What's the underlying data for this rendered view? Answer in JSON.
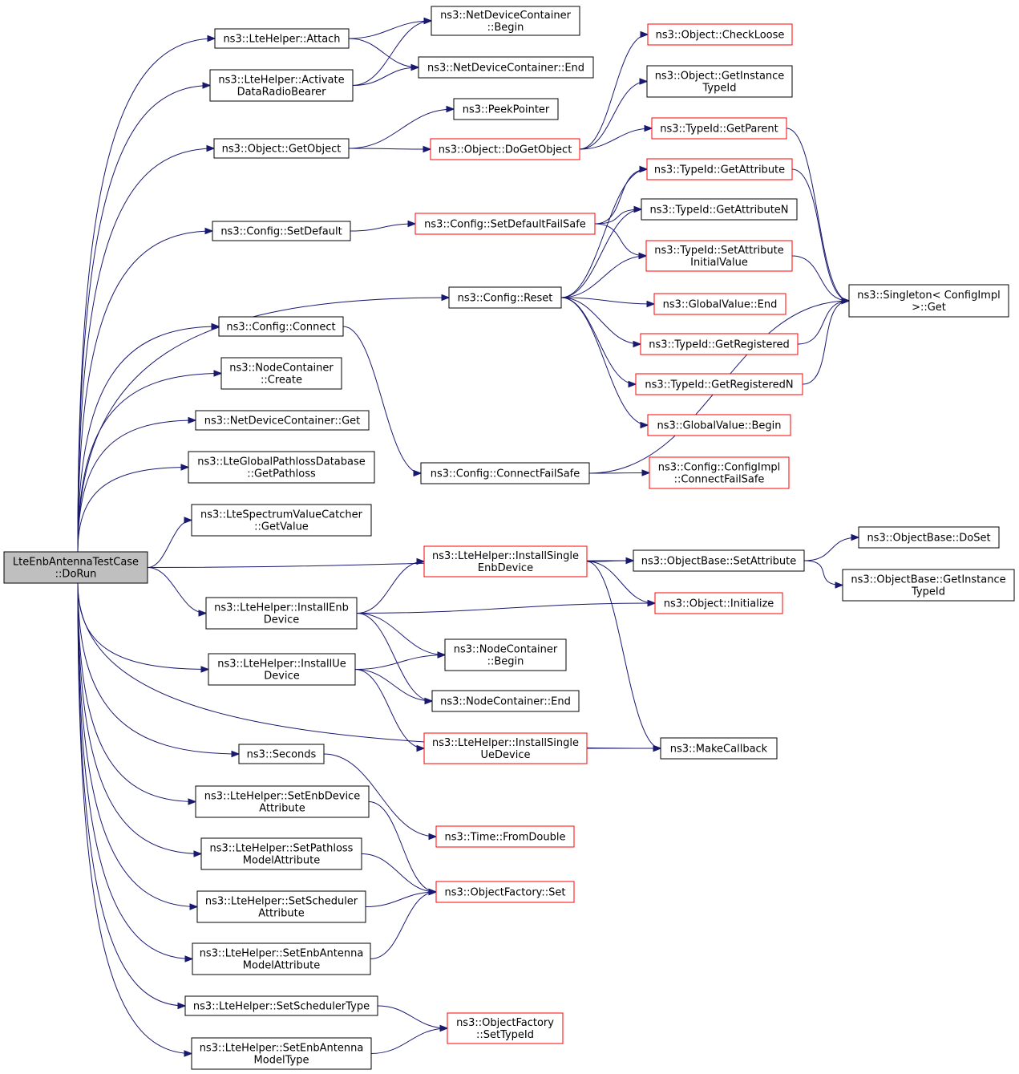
{
  "nodes": [
    {
      "id": "root",
      "lines": [
        "LteEnbAntennaTestCase",
        "::DoRun"
      ],
      "style": "root",
      "interactable": true
    },
    {
      "id": "attach",
      "lines": [
        "ns3::LteHelper::Attach"
      ],
      "style": "black"
    },
    {
      "id": "activate",
      "lines": [
        "ns3::LteHelper::Activate",
        "DataRadioBearer"
      ],
      "style": "black"
    },
    {
      "id": "getobject",
      "lines": [
        "ns3::Object::GetObject"
      ],
      "style": "black"
    },
    {
      "id": "setdefault",
      "lines": [
        "ns3::Config::SetDefault"
      ],
      "style": "black"
    },
    {
      "id": "connect",
      "lines": [
        "ns3::Config::Connect"
      ],
      "style": "black"
    },
    {
      "id": "ncCreate",
      "lines": [
        "ns3::NodeContainer",
        "::Create"
      ],
      "style": "black"
    },
    {
      "id": "ndcGet",
      "lines": [
        "ns3::NetDeviceContainer::Get"
      ],
      "style": "black"
    },
    {
      "id": "getpathloss",
      "lines": [
        "ns3::LteGlobalPathlossDatabase",
        "::GetPathloss"
      ],
      "style": "black"
    },
    {
      "id": "getvalue",
      "lines": [
        "ns3::LteSpectrumValueCatcher",
        "::GetValue"
      ],
      "style": "black"
    },
    {
      "id": "installEnb",
      "lines": [
        "ns3::LteHelper::InstallEnb",
        "Device"
      ],
      "style": "black"
    },
    {
      "id": "installUe",
      "lines": [
        "ns3::LteHelper::InstallUe",
        "Device"
      ],
      "style": "black"
    },
    {
      "id": "seconds",
      "lines": [
        "ns3::Seconds"
      ],
      "style": "black"
    },
    {
      "id": "setEnbDevAttr",
      "lines": [
        "ns3::LteHelper::SetEnbDevice",
        "Attribute"
      ],
      "style": "black"
    },
    {
      "id": "setPathlossAttr",
      "lines": [
        "ns3::LteHelper::SetPathloss",
        "ModelAttribute"
      ],
      "style": "black"
    },
    {
      "id": "setSchedAttr",
      "lines": [
        "ns3::LteHelper::SetScheduler",
        "Attribute"
      ],
      "style": "black"
    },
    {
      "id": "setEnbAntAttr",
      "lines": [
        "ns3::LteHelper::SetEnbAntenna",
        "ModelAttribute"
      ],
      "style": "black"
    },
    {
      "id": "setSchedType",
      "lines": [
        "ns3::LteHelper::SetSchedulerType"
      ],
      "style": "black"
    },
    {
      "id": "setEnbAntType",
      "lines": [
        "ns3::LteHelper::SetEnbAntenna",
        "ModelType"
      ],
      "style": "black"
    },
    {
      "id": "ndcBegin",
      "lines": [
        "ns3::NetDeviceContainer",
        "::Begin"
      ],
      "style": "black"
    },
    {
      "id": "ndcEnd",
      "lines": [
        "ns3::NetDeviceContainer::End"
      ],
      "style": "black"
    },
    {
      "id": "peek",
      "lines": [
        "ns3::PeekPointer"
      ],
      "style": "black"
    },
    {
      "id": "dogetobject",
      "lines": [
        "ns3::Object::DoGetObject"
      ],
      "style": "red"
    },
    {
      "id": "setdefaultfs",
      "lines": [
        "ns3::Config::SetDefaultFailSafe"
      ],
      "style": "red"
    },
    {
      "id": "reset",
      "lines": [
        "ns3::Config::Reset"
      ],
      "style": "black"
    },
    {
      "id": "connectfs",
      "lines": [
        "ns3::Config::ConnectFailSafe"
      ],
      "style": "black"
    },
    {
      "id": "installSingleEnb",
      "lines": [
        "ns3::LteHelper::InstallSingle",
        "EnbDevice"
      ],
      "style": "red"
    },
    {
      "id": "ncBegin",
      "lines": [
        "ns3::NodeContainer",
        "::Begin"
      ],
      "style": "black"
    },
    {
      "id": "ncEnd",
      "lines": [
        "ns3::NodeContainer::End"
      ],
      "style": "black"
    },
    {
      "id": "installSingleUe",
      "lines": [
        "ns3::LteHelper::InstallSingle",
        "UeDevice"
      ],
      "style": "red"
    },
    {
      "id": "fromdouble",
      "lines": [
        "ns3::Time::FromDouble"
      ],
      "style": "red"
    },
    {
      "id": "ofSet",
      "lines": [
        "ns3::ObjectFactory::Set"
      ],
      "style": "red"
    },
    {
      "id": "ofSetTypeId",
      "lines": [
        "ns3::ObjectFactory",
        "::SetTypeId"
      ],
      "style": "red"
    },
    {
      "id": "checkloose",
      "lines": [
        "ns3::Object::CheckLoose"
      ],
      "style": "red"
    },
    {
      "id": "getinstancetid",
      "lines": [
        "ns3::Object::GetInstance",
        "TypeId"
      ],
      "style": "black"
    },
    {
      "id": "getparent",
      "lines": [
        "ns3::TypeId::GetParent"
      ],
      "style": "red"
    },
    {
      "id": "getattribute",
      "lines": [
        "ns3::TypeId::GetAttribute"
      ],
      "style": "red"
    },
    {
      "id": "getattributen",
      "lines": [
        "ns3::TypeId::GetAttributeN"
      ],
      "style": "black"
    },
    {
      "id": "setattrinit",
      "lines": [
        "ns3::TypeId::SetAttribute",
        "InitialValue"
      ],
      "style": "red"
    },
    {
      "id": "gvEnd",
      "lines": [
        "ns3::GlobalValue::End"
      ],
      "style": "red"
    },
    {
      "id": "getregistered",
      "lines": [
        "ns3::TypeId::GetRegistered"
      ],
      "style": "red"
    },
    {
      "id": "getregisteredn",
      "lines": [
        "ns3::TypeId::GetRegisteredN"
      ],
      "style": "red"
    },
    {
      "id": "gvBegin",
      "lines": [
        "ns3::GlobalValue::Begin"
      ],
      "style": "red"
    },
    {
      "id": "configimplcfs",
      "lines": [
        "ns3::Config::ConfigImpl",
        "::ConnectFailSafe"
      ],
      "style": "red"
    },
    {
      "id": "obSetAttr",
      "lines": [
        "ns3::ObjectBase::SetAttribute"
      ],
      "style": "black"
    },
    {
      "id": "initialize",
      "lines": [
        "ns3::Object::Initialize"
      ],
      "style": "red"
    },
    {
      "id": "makecallback",
      "lines": [
        "ns3::MakeCallback"
      ],
      "style": "black"
    },
    {
      "id": "singletonget",
      "lines": [
        "ns3::Singleton< ConfigImpl",
        " >::Get"
      ],
      "style": "black"
    },
    {
      "id": "obDoSet",
      "lines": [
        "ns3::ObjectBase::DoSet"
      ],
      "style": "black"
    },
    {
      "id": "obGetInstTid",
      "lines": [
        "ns3::ObjectBase::GetInstance",
        "TypeId"
      ],
      "style": "black"
    }
  ],
  "edges": [
    [
      "root",
      "attach"
    ],
    [
      "root",
      "activate"
    ],
    [
      "root",
      "getobject"
    ],
    [
      "root",
      "setdefault"
    ],
    [
      "root",
      "reset"
    ],
    [
      "root",
      "connect"
    ],
    [
      "root",
      "ncCreate"
    ],
    [
      "root",
      "ndcGet"
    ],
    [
      "root",
      "getpathloss"
    ],
    [
      "root",
      "getvalue"
    ],
    [
      "root",
      "obSetAttr"
    ],
    [
      "root",
      "installEnb"
    ],
    [
      "root",
      "installUe"
    ],
    [
      "root",
      "makecallback"
    ],
    [
      "root",
      "seconds"
    ],
    [
      "root",
      "setEnbDevAttr"
    ],
    [
      "root",
      "setPathlossAttr"
    ],
    [
      "root",
      "setSchedAttr"
    ],
    [
      "root",
      "setEnbAntAttr"
    ],
    [
      "root",
      "setSchedType"
    ],
    [
      "root",
      "setEnbAntType"
    ],
    [
      "attach",
      "ndcBegin"
    ],
    [
      "attach",
      "ndcEnd"
    ],
    [
      "activate",
      "ndcBegin"
    ],
    [
      "activate",
      "ndcEnd"
    ],
    [
      "getobject",
      "peek"
    ],
    [
      "getobject",
      "dogetobject"
    ],
    [
      "dogetobject",
      "checkloose"
    ],
    [
      "dogetobject",
      "getinstancetid"
    ],
    [
      "dogetobject",
      "getparent"
    ],
    [
      "getparent",
      "singletonget"
    ],
    [
      "setdefault",
      "setdefaultfs"
    ],
    [
      "setdefaultfs",
      "getattribute"
    ],
    [
      "setdefaultfs",
      "getattributen"
    ],
    [
      "setdefaultfs",
      "setattrinit"
    ],
    [
      "getattribute",
      "singletonget"
    ],
    [
      "setattrinit",
      "singletonget"
    ],
    [
      "reset",
      "getattribute"
    ],
    [
      "reset",
      "getattributen"
    ],
    [
      "reset",
      "setattrinit"
    ],
    [
      "reset",
      "gvEnd"
    ],
    [
      "reset",
      "getregistered"
    ],
    [
      "reset",
      "getregisteredn"
    ],
    [
      "reset",
      "gvBegin"
    ],
    [
      "getregistered",
      "singletonget"
    ],
    [
      "getregisteredn",
      "singletonget"
    ],
    [
      "connect",
      "connectfs"
    ],
    [
      "connectfs",
      "configimplcfs"
    ],
    [
      "connectfs",
      "singletonget"
    ],
    [
      "obSetAttr",
      "obDoSet"
    ],
    [
      "obSetAttr",
      "obGetInstTid"
    ],
    [
      "installEnb",
      "installSingleEnb"
    ],
    [
      "installEnb",
      "initialize"
    ],
    [
      "installEnb",
      "ncBegin"
    ],
    [
      "installEnb",
      "ncEnd"
    ],
    [
      "installSingleEnb",
      "obSetAttr"
    ],
    [
      "installSingleEnb",
      "initialize"
    ],
    [
      "installSingleEnb",
      "makecallback"
    ],
    [
      "installUe",
      "ncBegin"
    ],
    [
      "installUe",
      "ncEnd"
    ],
    [
      "installUe",
      "installSingleUe"
    ],
    [
      "installSingleUe",
      "makecallback"
    ],
    [
      "seconds",
      "fromdouble"
    ],
    [
      "setEnbDevAttr",
      "ofSet"
    ],
    [
      "setPathlossAttr",
      "ofSet"
    ],
    [
      "setSchedAttr",
      "ofSet"
    ],
    [
      "setEnbAntAttr",
      "ofSet"
    ],
    [
      "setSchedType",
      "ofSetTypeId"
    ],
    [
      "setEnbAntType",
      "ofSetTypeId"
    ]
  ],
  "colors": {
    "edge": "#191970",
    "rootFill": "#bfbfbf",
    "redBorder": "#ff0000",
    "blackBorder": "#000000"
  }
}
